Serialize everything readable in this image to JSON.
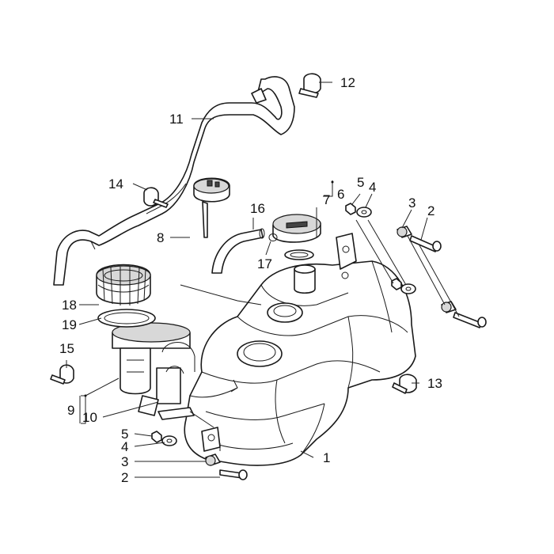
{
  "diagram": {
    "type": "exploded-parts-view",
    "labels": {
      "p1": "1",
      "p2a": "2",
      "p2b": "2",
      "p3a": "3",
      "p3b": "3",
      "p4a": "4",
      "p4b": "4",
      "p5a": "5",
      "p5b": "5",
      "p6": "6",
      "p7": "7",
      "p8": "8",
      "p9": "9",
      "p10": "10",
      "p11": "11",
      "p12": "12",
      "p13": "13",
      "p14": "14",
      "p15": "15",
      "p16": "16",
      "p17": "17",
      "p18": "18",
      "p19": "19"
    },
    "line_color": "#1a1a1a",
    "background": "#ffffff"
  }
}
